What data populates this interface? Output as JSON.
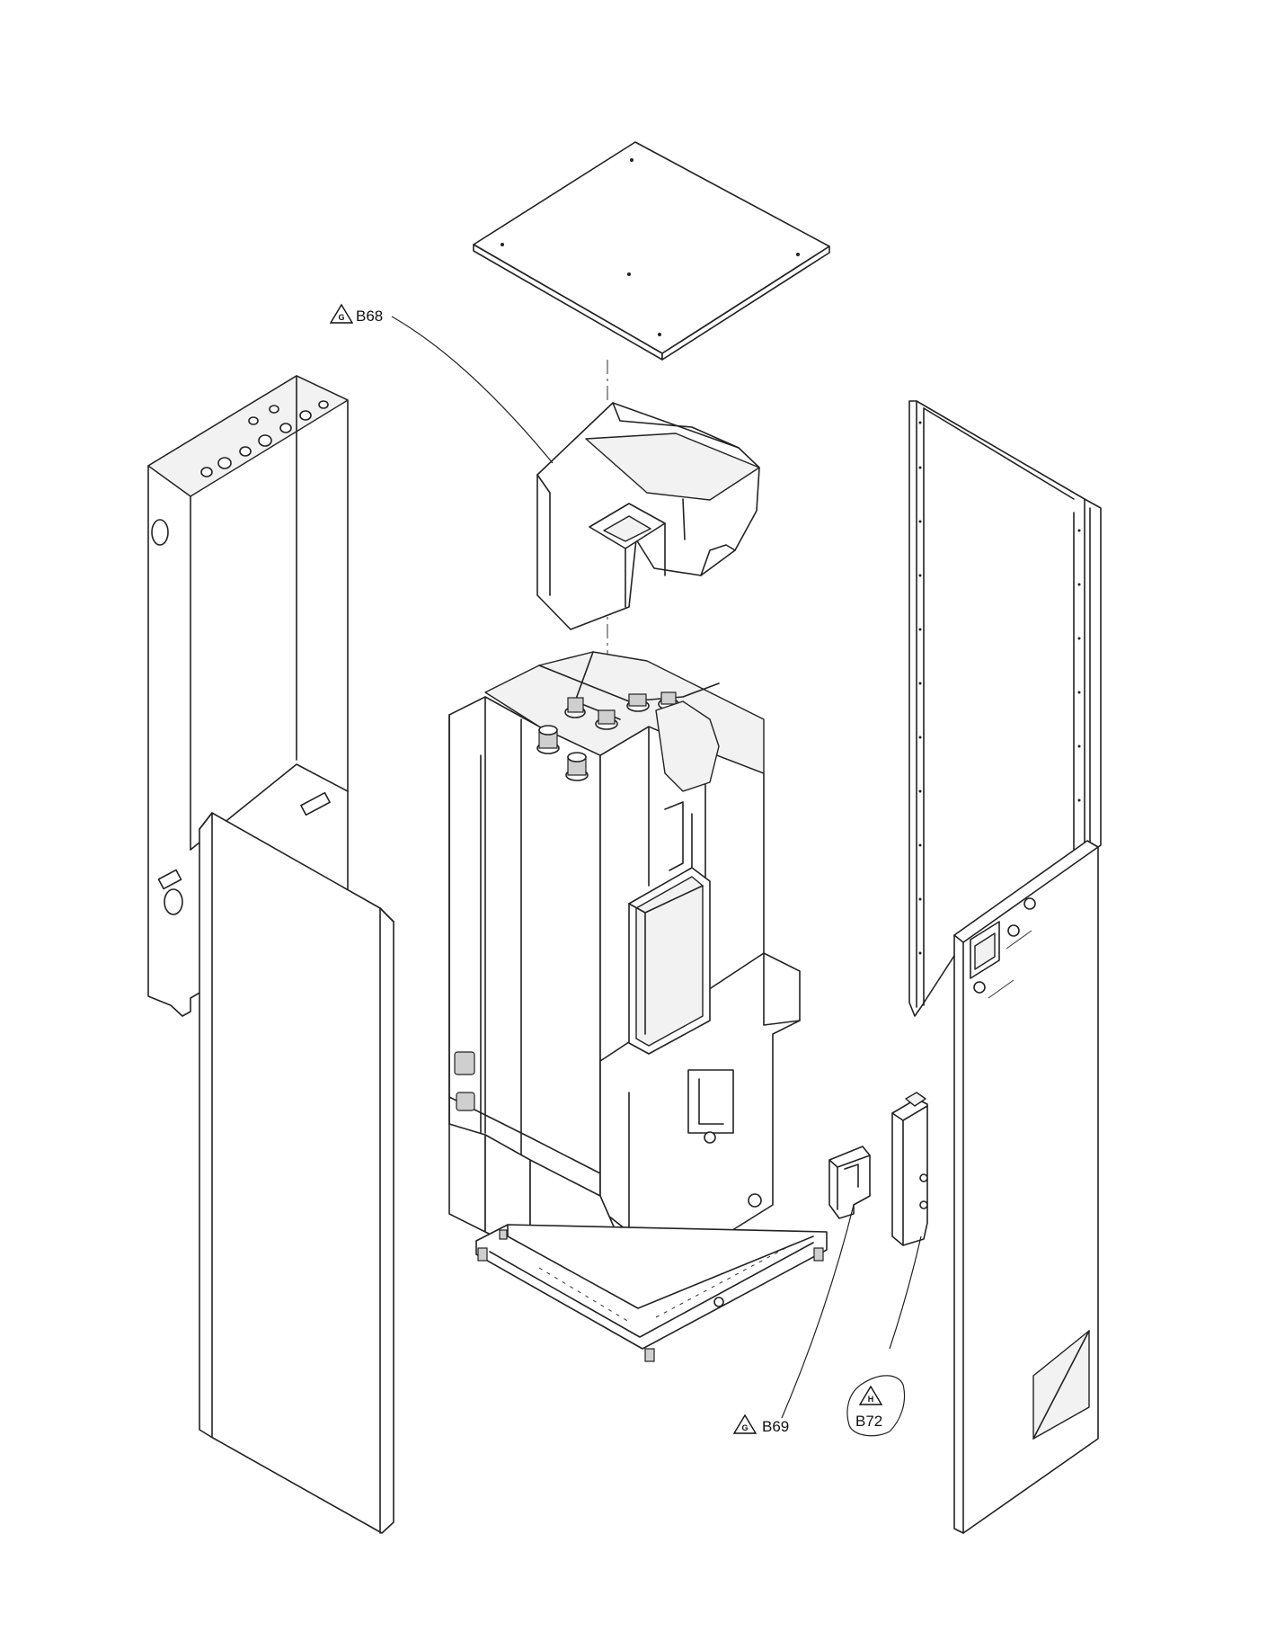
{
  "callouts": [
    {
      "id": "b68",
      "label": "B68",
      "badge_letter": "G"
    },
    {
      "id": "b69",
      "label": "B69",
      "badge_letter": "G"
    },
    {
      "id": "b72",
      "label": "B72",
      "badge_letter": "H"
    }
  ],
  "parts": [
    "top-cover-panel",
    "top-insulation-block",
    "left-side-panel",
    "left-front-panel",
    "unit-core-body",
    "base-frame",
    "control-box",
    "bracket-small",
    "bracket-large",
    "right-rear-panel",
    "right-front-panel"
  ]
}
